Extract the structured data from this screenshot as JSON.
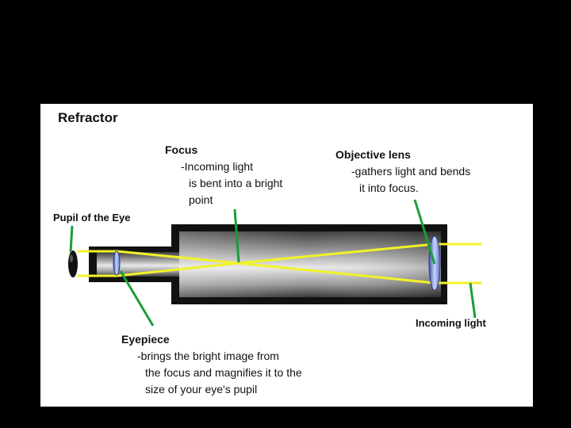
{
  "title": "Refractor",
  "labels": {
    "focus": {
      "heading": "Focus",
      "line1": "-Incoming light",
      "line2": "is bent into a bright",
      "line3": "point"
    },
    "objective": {
      "heading": "Objective lens",
      "line1": "-gathers light and bends",
      "line2": "it into focus."
    },
    "pupil": "Pupil of the Eye",
    "eyepiece": {
      "heading": "Eyepiece",
      "line1": "-brings the bright image from",
      "line2": "the focus and magnifies it to the",
      "line3": "size of your eye's pupil"
    },
    "incoming": "Incoming light"
  },
  "colors": {
    "background": "#000000",
    "panel": "#ffffff",
    "light_ray": "#f2f22a",
    "pointer": "#1a9e3a",
    "tube_outer": "#111111",
    "lens": "#8ea9e8"
  }
}
